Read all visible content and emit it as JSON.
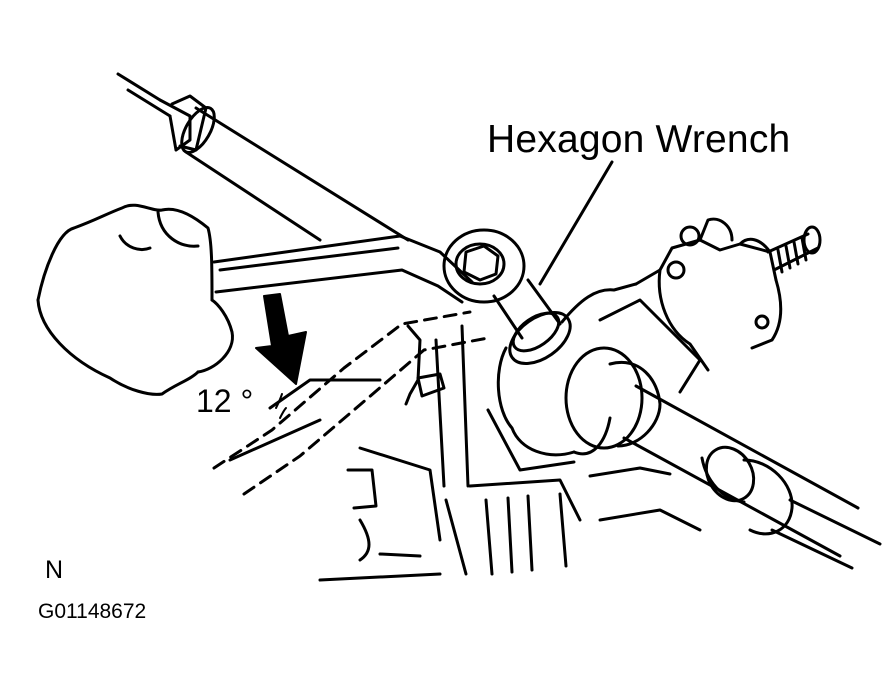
{
  "labels": {
    "callout": "Hexagon Wrench",
    "angle": "12 °",
    "orientation": "N",
    "figure_code": "G01148672"
  },
  "colors": {
    "ink": "#000000",
    "paper": "#ffffff"
  }
}
